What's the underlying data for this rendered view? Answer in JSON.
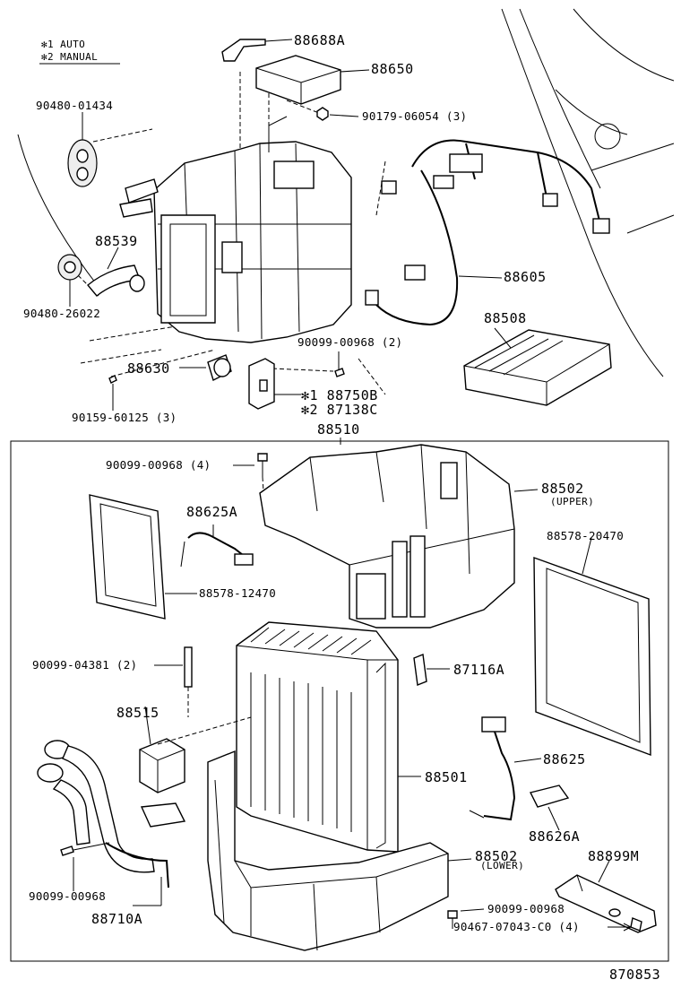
{
  "legend": {
    "auto": "✻1  AUTO",
    "manual": "✻2  MANUAL"
  },
  "upper_labels": {
    "p88688A": "88688A",
    "p88650": "88650",
    "p90480_01434": "90480-01434",
    "p90179": "90179-06054 (3)",
    "p88539": "88539",
    "p88605": "88605",
    "p90480_26022": "90480-26022",
    "p88508": "88508",
    "p90099_00968_2": "90099-00968 (2)",
    "p88630": "88630",
    "p88750B": "✻1 88750B",
    "p87138C": "✻2 87138C",
    "p90159": "90159-60125 (3)",
    "p88510": "88510"
  },
  "lower_labels": {
    "p90099_00968_4": "90099-00968 (4)",
    "p88502_upper": "88502",
    "upper_note": "(UPPER)",
    "p88625A": "88625A",
    "p88578_20470": "88578-20470",
    "p88578_12470": "88578-12470",
    "p90099_04381": "90099-04381 (2)",
    "p87116A": "87116A",
    "p88515": "88515",
    "p88625": "88625",
    "p88501": "88501",
    "p88626A": "88626A",
    "p88502_lower": "88502",
    "lower_note": "(LOWER)",
    "p88899M": "88899M",
    "p90099_00968_a": "90099-00968",
    "p90099_00968_b": "90099-00968",
    "p88710A": "88710A",
    "p90467": "90467-07043-C0 (4)"
  },
  "figure_number": "870853"
}
